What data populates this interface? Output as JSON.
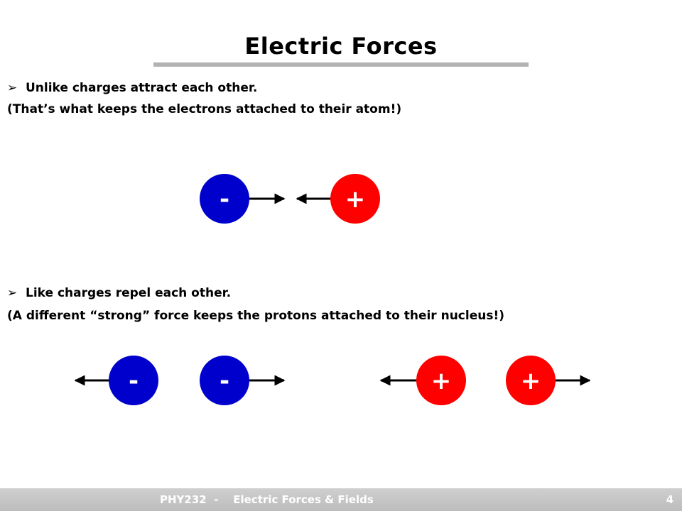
{
  "slide": {
    "title": "Electric Forces",
    "bullet_1": "Unlike charges attract each other.",
    "note_1": "(That’s what keeps the electrons attached to their atom!)",
    "bullet_2": "Like charges repel each other.",
    "note_2": "(A different “strong” force keeps the protons attached to their nucleus!)",
    "bullet_marker": "➢"
  },
  "charges": {
    "negative_symbol": "-",
    "positive_symbol": "+",
    "negative_color": "#0000cc",
    "positive_color": "#ff0000"
  },
  "footer": {
    "course": "PHY232  -    Electric Forces & Fields",
    "page_number": "4"
  }
}
